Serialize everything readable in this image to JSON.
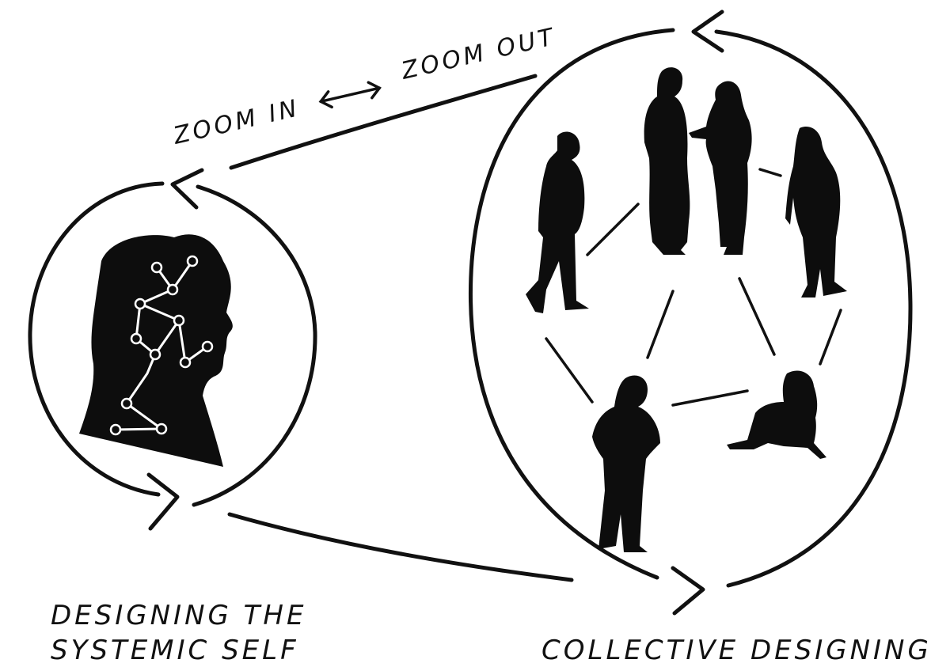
{
  "labels": {
    "zoom_in": "ZOOM IN",
    "zoom_out": "ZOOM OUT",
    "left_caption_line1": "DESIGNING THE",
    "left_caption_line2": "SYSTEMIC SELF",
    "right_caption": "COLLECTIVE DESIGNING"
  },
  "style": {
    "ink_color": "#111111",
    "background": "#ffffff"
  }
}
